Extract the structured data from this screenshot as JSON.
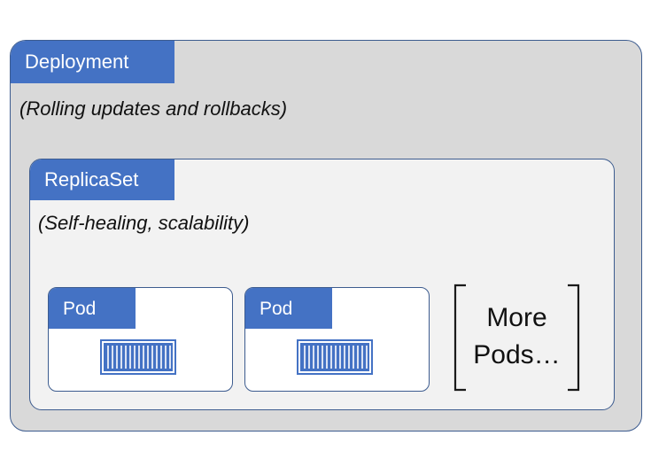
{
  "deployment": {
    "title": "Deployment",
    "description": "(Rolling updates and rollbacks)"
  },
  "replicaset": {
    "title": "ReplicaSet",
    "description": "(Self-healing, scalability)"
  },
  "pods": [
    {
      "label": "Pod",
      "icon": "container-icon"
    },
    {
      "label": "Pod",
      "icon": "container-icon"
    }
  ],
  "more_pods": {
    "line1": "More",
    "line2": "Pods…"
  },
  "colors": {
    "tab_blue": "#4472c4",
    "border_blue": "#3d5c8f",
    "deployment_bg": "#d9d9d9",
    "replicaset_bg": "#f2f2f2"
  }
}
